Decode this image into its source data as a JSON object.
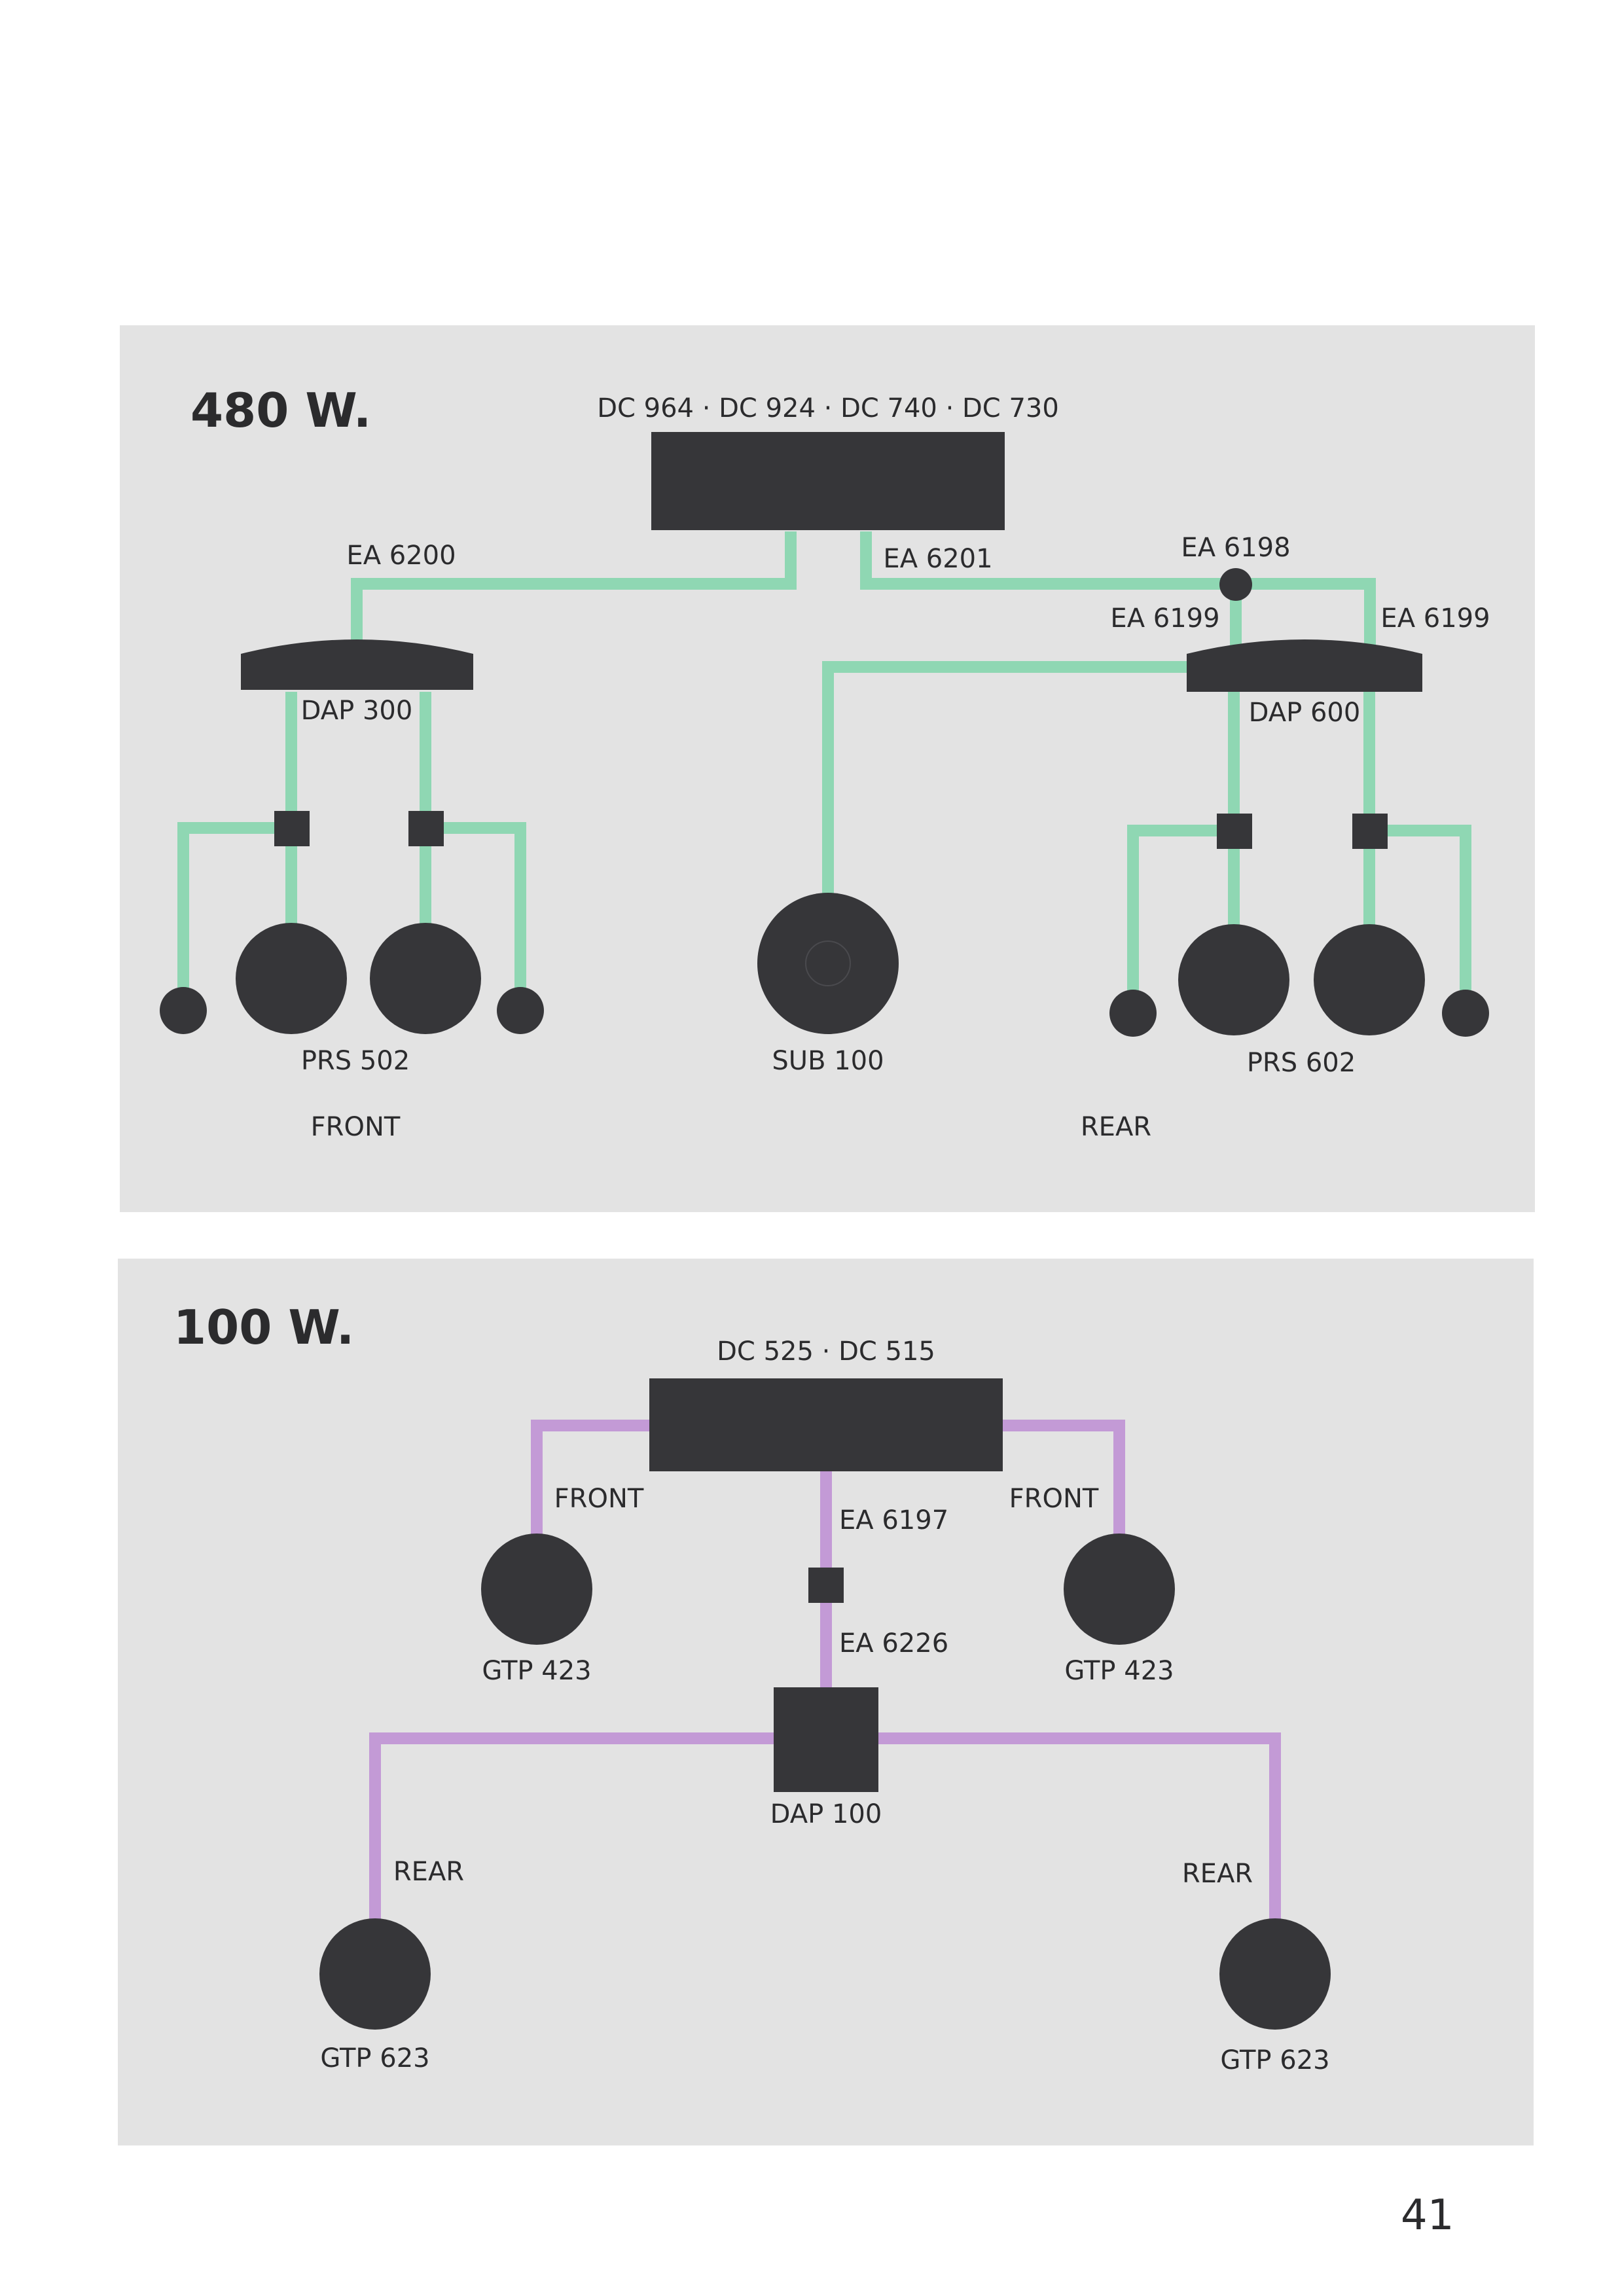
{
  "page_number": "41",
  "colors": {
    "green_wire": "#8fd7b3",
    "purple_wire": "#c39ad6",
    "component": "#363639",
    "panel": "#e3e3e3"
  },
  "system_480": {
    "title": "480 W.",
    "head_unit": "DC 964 · DC 924 · DC 740 · DC 730",
    "cable_left": "EA 6200",
    "cable_right": "EA 6201",
    "cable_junction": "EA 6198",
    "cable_split_left": "EA 6199",
    "cable_split_right": "EA 6199",
    "amp_front": "DAP 300",
    "amp_rear": "DAP 600",
    "speakers_front": "PRS 502",
    "subwoofer": "SUB 100",
    "speakers_rear": "PRS 602",
    "zone_front": "FRONT",
    "zone_rear": "REAR"
  },
  "system_100": {
    "title": "100 W.",
    "head_unit": "DC 525 · DC 515",
    "front_left_label": "FRONT",
    "front_right_label": "FRONT",
    "cable_top": "EA 6197",
    "cable_bottom": "EA 6226",
    "speaker_front_left": "GTP 423",
    "speaker_front_right": "GTP 423",
    "amp": "DAP 100",
    "rear_left_label": "REAR",
    "rear_right_label": "REAR",
    "speaker_rear_left": "GTP 623",
    "speaker_rear_right": "GTP 623"
  }
}
